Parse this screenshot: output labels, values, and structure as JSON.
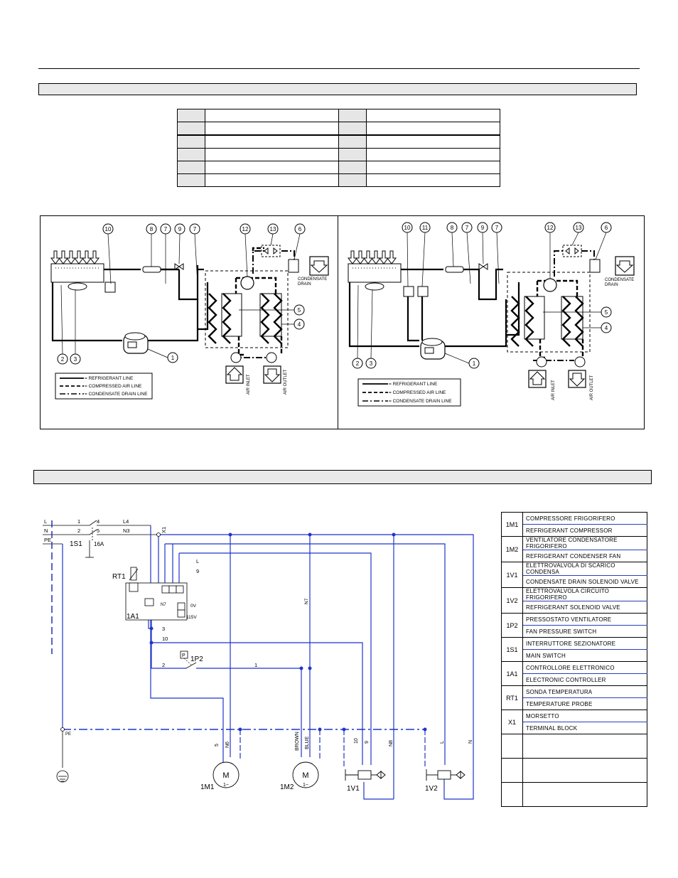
{
  "refrigerant_diagram": {
    "numbers_left": [
      "10",
      "8",
      "7",
      "9",
      "7",
      "12",
      "13",
      "6",
      "5",
      "4",
      "1",
      "2",
      "3"
    ],
    "numbers_right": [
      "10",
      "11",
      "8",
      "7",
      "9",
      "7",
      "12",
      "13",
      "6",
      "5",
      "4",
      "1",
      "2",
      "3"
    ],
    "condensate_drain": [
      "CONDENSATE",
      "DRAIN"
    ],
    "air_inlet": "AIR INLET",
    "air_outlet": "AIR OUTLET",
    "line_legend": [
      "= REFRIGERANT LINE",
      "= COMPRESSED AIR LINE",
      "= CONDENSATE DRAIN LINE"
    ]
  },
  "wiring": {
    "terminals": {
      "l": "L",
      "n": "N",
      "pe": "PE"
    },
    "wire_numbers": {
      "w1": "1",
      "w2": "2",
      "w4": "4",
      "w5": "5",
      "l4": "L4",
      "n3": "N3",
      "x1": "X1",
      "l_top": "L",
      "w9": "9",
      "w3": "3",
      "w10": "10",
      "w2b": "2",
      "w1b": "1",
      "n7": "N7",
      "n7b": "N7",
      "ov": "0V",
      "v115": "115V",
      "pe_node": "PE"
    },
    "switch": {
      "label": "1S1",
      "rating": "16A"
    },
    "probe": "RT1",
    "controller": "1A1",
    "pressure_switch": "1P2",
    "pressure_symbol": "P",
    "bottom_wires": {
      "w5": "5",
      "n6": "N6",
      "brown": "BROWN",
      "blue": "BLUE",
      "w10": "10",
      "w9": "9",
      "n8": "N8",
      "l": "L",
      "n": "N"
    },
    "motor_symbol": "M",
    "motor_phase": "1~",
    "components": {
      "m1": "1M1",
      "m2": "1M2",
      "v1": "1V1",
      "v2": "1V2"
    }
  },
  "legend": [
    {
      "code": "1M1",
      "it": "COMPRESSORE FRIGORIFERO",
      "en": "REFRIGERANT COMPRESSOR"
    },
    {
      "code": "1M2",
      "it": "VENTILATORE CONDENSATORE FRIGORIFERO",
      "en": "REFRIGERANT CONDENSER FAN"
    },
    {
      "code": "1V1",
      "it": "ELETTROVALVOLA DI SCARICO CONDENSA",
      "en": "CONDENSATE DRAIN SOLENOID VALVE"
    },
    {
      "code": "1V2",
      "it": "ELETTROVALVOLA CIRCUITO FRIGORIFERO",
      "en": "REFRIGERANT SOLENOID VALVE"
    },
    {
      "code": "1P2",
      "it": "PRESSOSTATO VENTILATORE",
      "en": "FAN PRESSURE SWITCH"
    },
    {
      "code": "1S1",
      "it": "INTERRUTTORE SEZIONATORE",
      "en": "MAIN SWITCH"
    },
    {
      "code": "1A1",
      "it": "CONTROLLORE ELETTRONICO",
      "en": "ELECTRONIC CONTROLLER"
    },
    {
      "code": "RT1",
      "it": "SONDA TEMPERATURA",
      "en": "TEMPERATURE PROBE"
    },
    {
      "code": "X1",
      "it": "MORSETTO",
      "en": "TERMINAL BLOCK"
    }
  ]
}
